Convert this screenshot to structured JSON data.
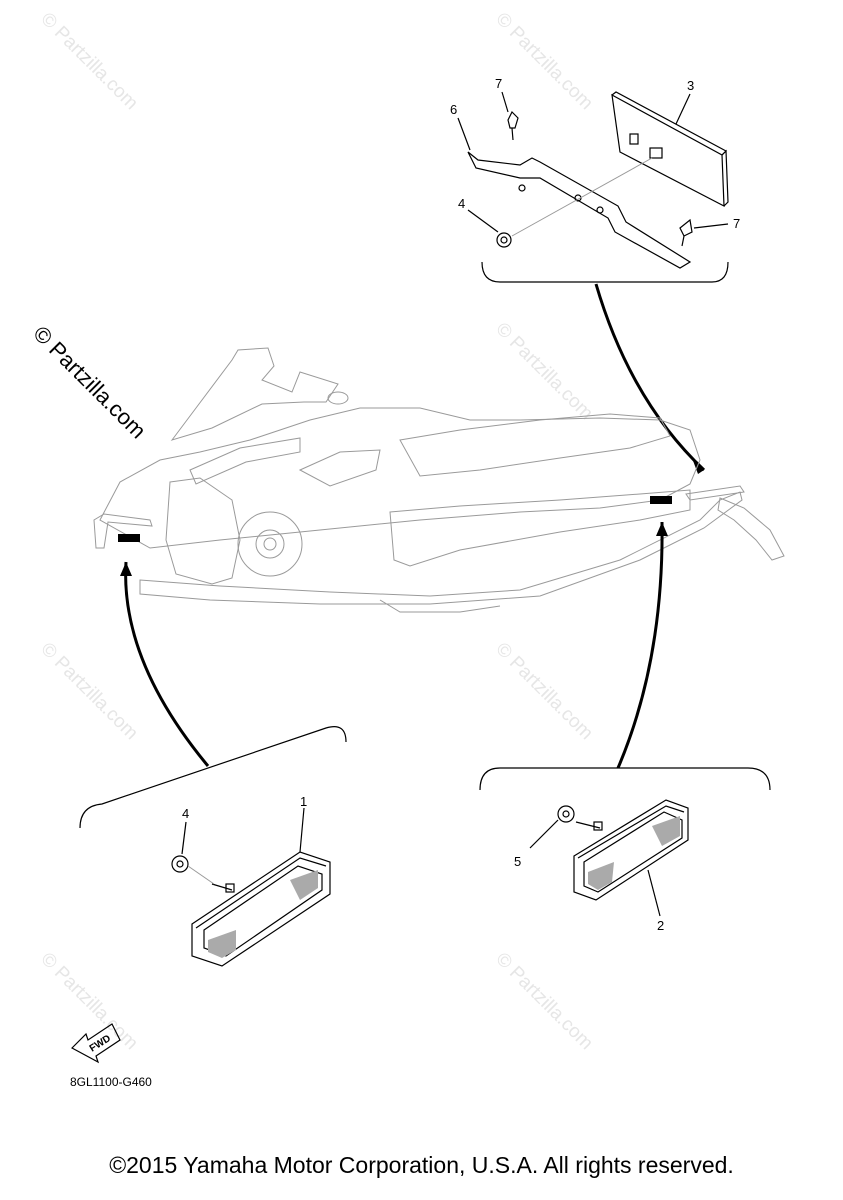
{
  "watermark": {
    "text": "© Partzilla.com"
  },
  "callouts": {
    "c1": "1",
    "c2": "2",
    "c3": "3",
    "c4a": "4",
    "c4b": "4",
    "c5": "5",
    "c6": "6",
    "c7a": "7",
    "c7b": "7"
  },
  "fwd_label": "FWD",
  "diagram_code": "8GL1100-G460",
  "copyright": "©2015 Yamaha Motor Corporation, U.S.A. All rights reserved.",
  "icons": {
    "fwd_arrow": "fwd-arrow-icon"
  },
  "colors": {
    "ink": "#000000",
    "outline_gray": "#9a9a9a",
    "watermark": "#e6e6e6"
  }
}
